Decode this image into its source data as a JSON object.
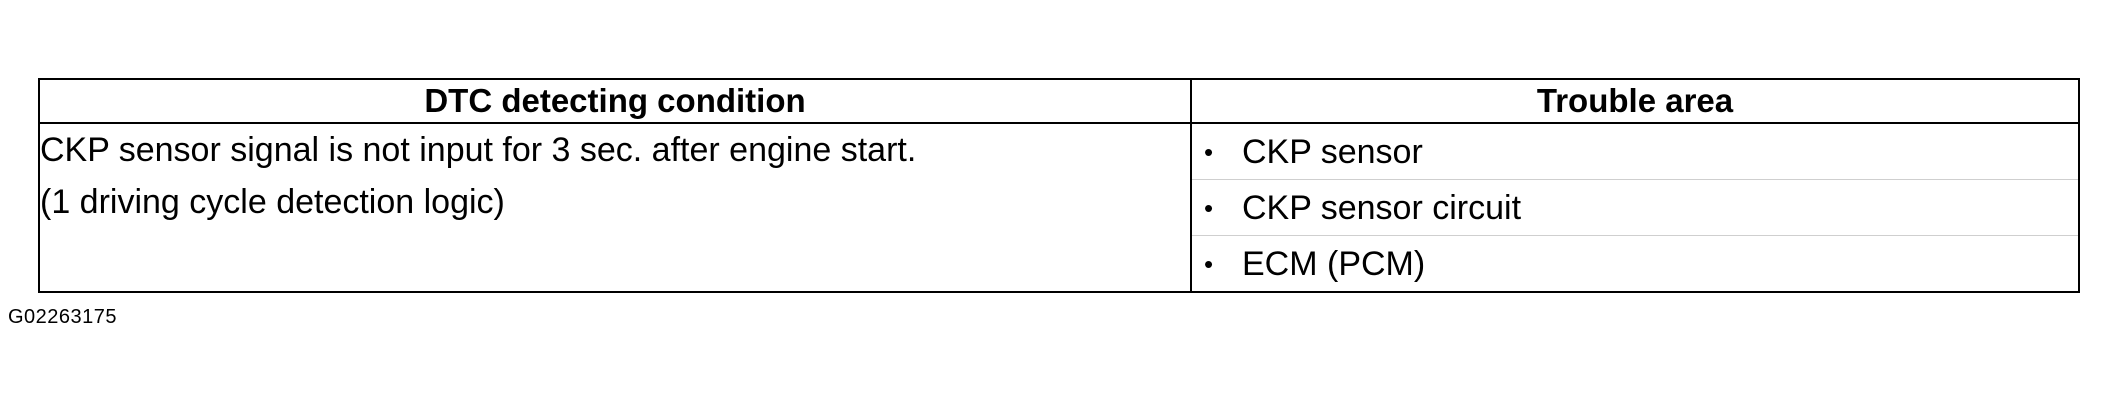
{
  "table": {
    "headers": {
      "condition": "DTC detecting condition",
      "area": "Trouble area"
    },
    "condition_lines": [
      "CKP sensor signal is not input for 3 sec. after engine start.",
      "(1 driving cycle detection logic)"
    ],
    "trouble_areas": [
      "CKP sensor",
      "CKP sensor circuit",
      "ECM (PCM)"
    ],
    "bullet_glyph": "•"
  },
  "figure_id": "G02263175"
}
